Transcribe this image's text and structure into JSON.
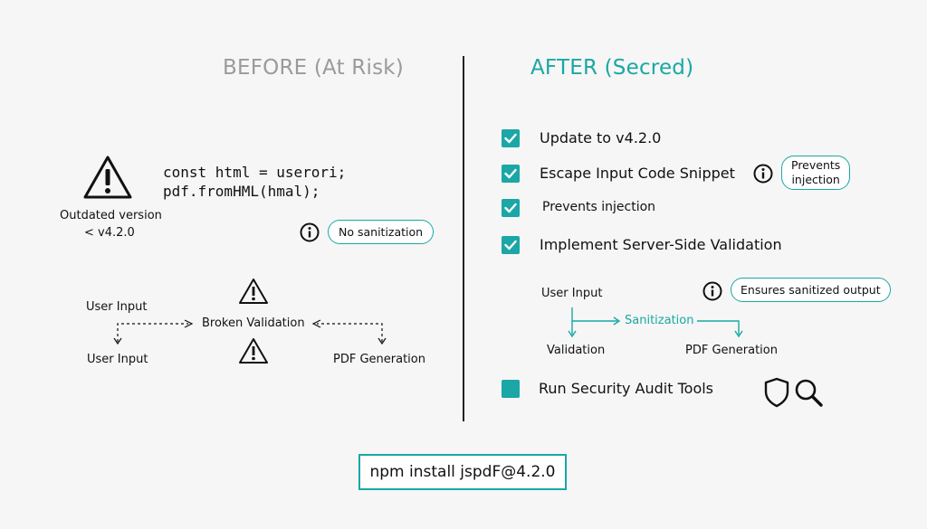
{
  "before": {
    "title": "BEFORE (At Risk)",
    "warning_caption_line1": "Outdated version",
    "warning_caption_line2": "< v4.2.0",
    "code_line1": "const html = userori;",
    "code_line2": "pdf.fromHML(hmal);",
    "info_pill": "No sanitization",
    "flow": {
      "user_input_top": "User Input",
      "user_input_bottom": "User Input",
      "broken_validation": "Broken Validation",
      "pdf_generation": "PDF Generation"
    }
  },
  "after": {
    "title": "AFTER (Secred)",
    "items": [
      {
        "label": "Update to v4.2.0",
        "checked": true
      },
      {
        "label": "Escape Input Code Snippet",
        "checked": true
      },
      {
        "label": "Prevents injection",
        "checked": true
      },
      {
        "label": "Implement Server-Side Validation",
        "checked": true
      },
      {
        "label": "Run Security Audit Tools",
        "checked": false
      }
    ],
    "escape_pill_line1": "Prevents",
    "escape_pill_line2": "injection",
    "flow": {
      "user_input": "User Input",
      "sanitization": "Sanitization",
      "validation": "Validation",
      "pdf_generation": "PDF Generation",
      "info_pill": "Ensures sanitized output"
    }
  },
  "command": "npm install jspdF@4.2.0",
  "colors": {
    "accent": "#1aa7a5",
    "muted_title": "#9a9a9a"
  }
}
